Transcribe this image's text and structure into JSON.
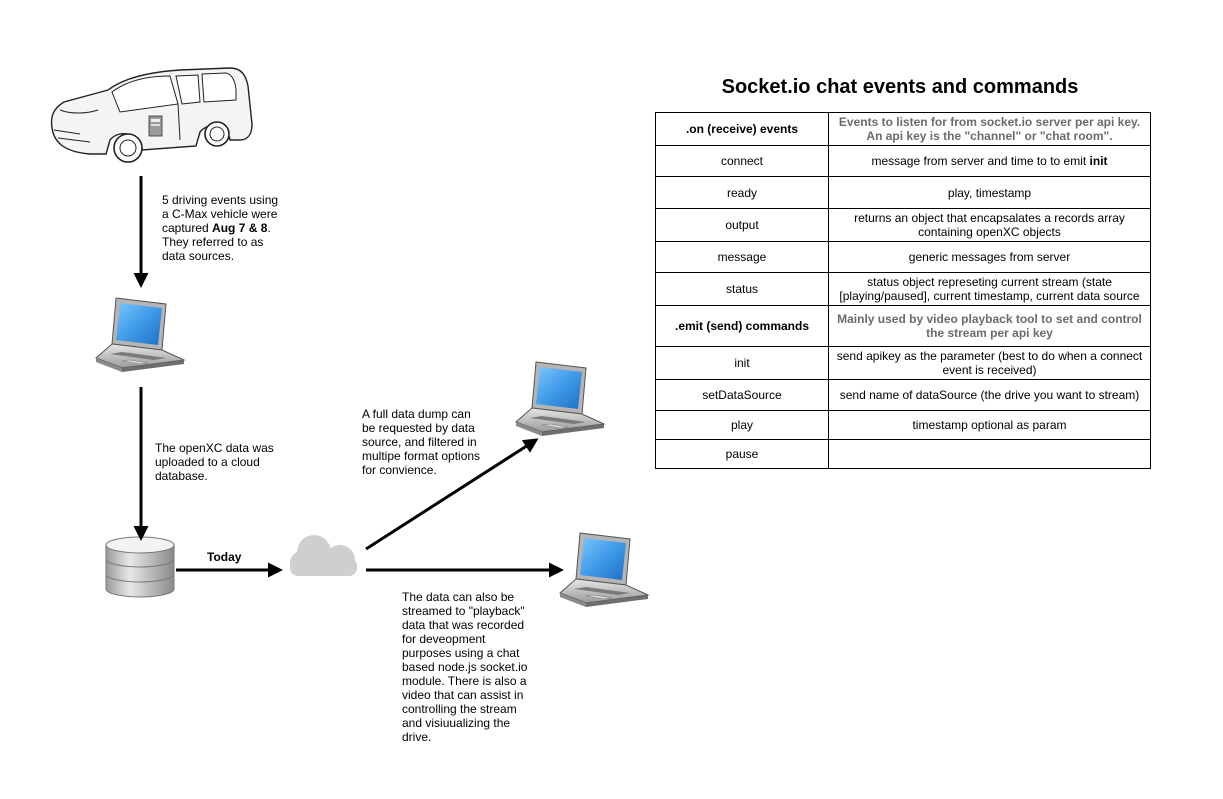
{
  "notes": {
    "car_pre": "5 driving events using\na C-Max vehicle were\ncaptured ",
    "car_bold": "Aug 7 & 8",
    "car_post": ".\nThey referred to as\ndata sources.",
    "upload": "The openXC data was\nuploaded to a cloud\ndatabase.",
    "dump": "A full data dump can\nbe requested by data\nsource, and filtered in\nmultipe format options\nfor convience.",
    "stream": "The data can also be\nstreamed to \"playback\"\ndata that was recorded\nfor deveopment\npurposes using a chat\nbased node.js socket.io\nmodule.  There is also a\nvideo that can assist in\ncontrolling the stream\nand visiuualizing the\ndrive.",
    "today": "Today"
  },
  "table": {
    "title": "Socket.io chat events and commands",
    "rows": [
      {
        "name": ".on (receive) events",
        "desc": "Events to listen for from socket.io server per api key.  An api key is the \"channel\" or \"chat room\"."
      },
      {
        "name": "connect",
        "desc_pre": "message from server and time to to emit ",
        "desc_bold": "init"
      },
      {
        "name": "ready",
        "desc": "play, timestamp"
      },
      {
        "name": "output",
        "desc": "returns an object that encapsalates a records array containing openXC objects"
      },
      {
        "name": "message",
        "desc": "generic messages from server"
      },
      {
        "name": "status",
        "desc": "status object represeting current stream (state [playing/paused], current timestamp, current data source"
      },
      {
        "name": ".emit (send) commands",
        "desc": "Mainly used by video playback tool to set and control the stream per api key"
      },
      {
        "name": "init",
        "desc": "send apikey as the parameter (best to do when a connect event is received)"
      },
      {
        "name": "setDataSource",
        "desc": "send name of dataSource (the drive you want to stream)"
      },
      {
        "name": "play",
        "desc": "timestamp optional as param"
      },
      {
        "name": "pause",
        "desc": ""
      }
    ]
  },
  "icons": {
    "car": "car-icon",
    "laptop": "laptop-icon",
    "database": "database-icon",
    "cloud": "cloud-icon"
  },
  "colors": {
    "screen": "#3f9be8",
    "cloud": "#cfcfcf",
    "arrow": "#000000",
    "header_text": "#6b6b6b"
  }
}
